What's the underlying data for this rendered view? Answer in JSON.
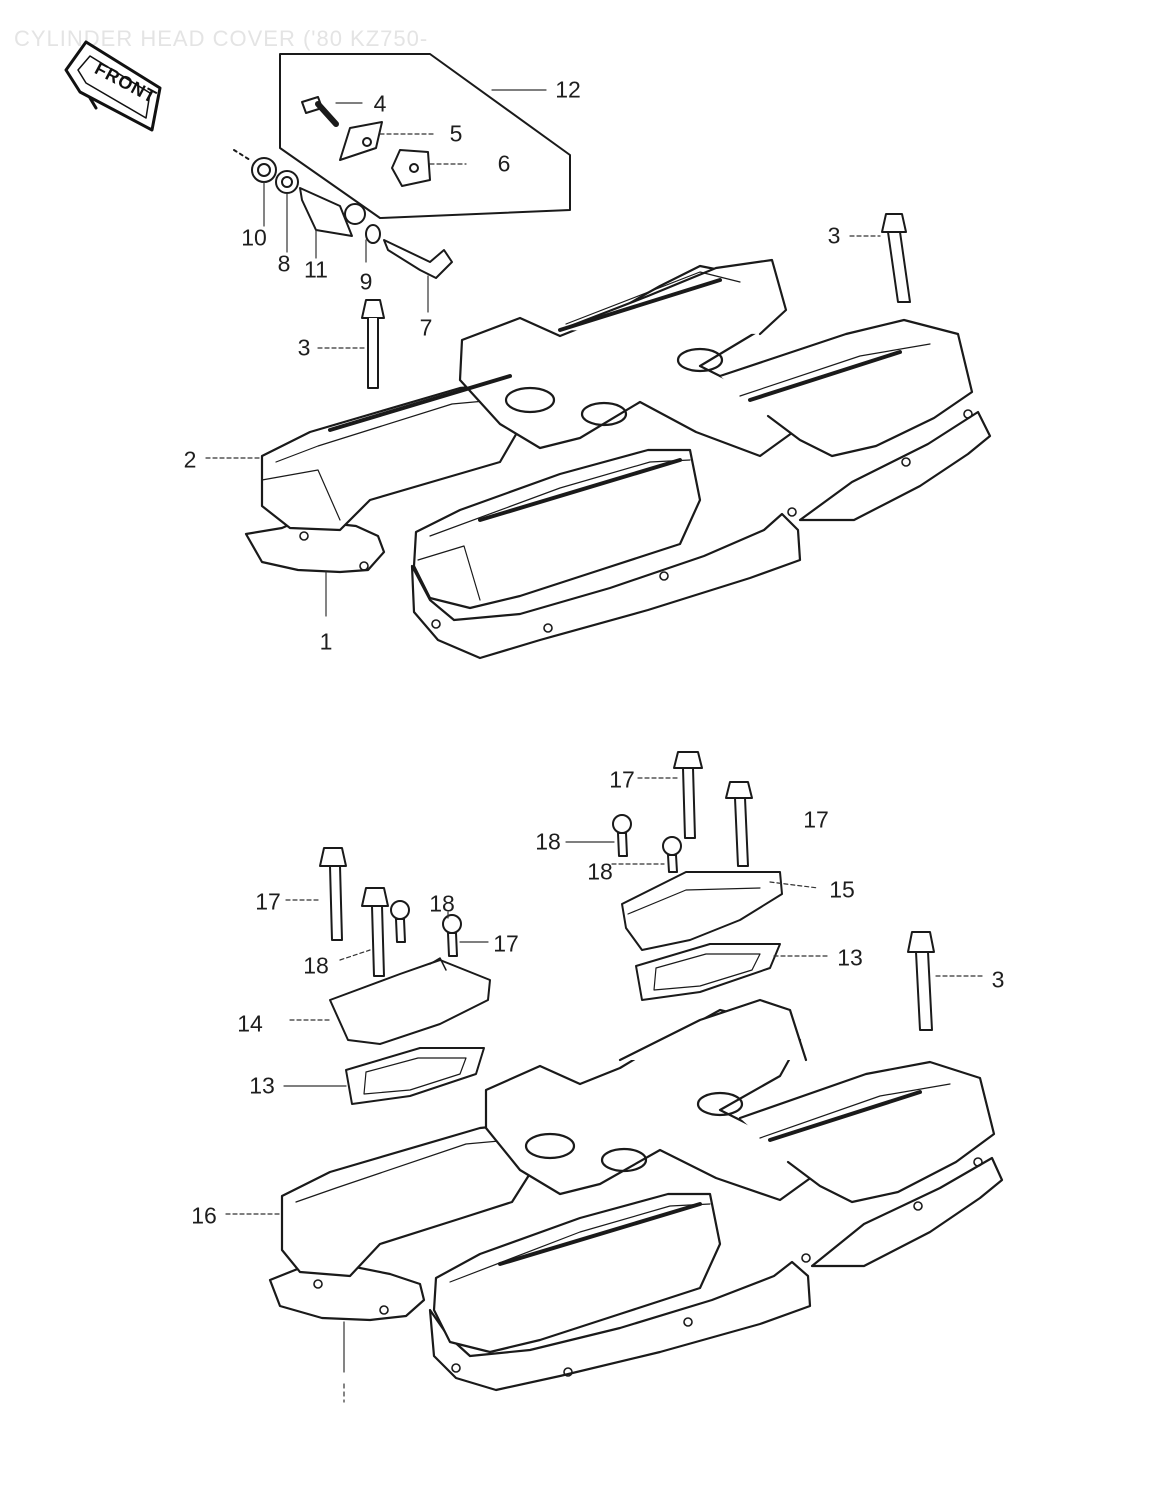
{
  "diagram": {
    "title": "CYLINDER HEAD COVER ('80 KZ750-",
    "front_badge": "FRONT",
    "callouts": [
      "12",
      "4",
      "5",
      "6",
      "10",
      "8",
      "11",
      "9",
      "7",
      "3",
      "3",
      "2",
      "1",
      "17",
      "17",
      "18",
      "18",
      "17",
      "18",
      "18",
      "17",
      "15",
      "14",
      "13",
      "13",
      "3",
      "16"
    ]
  }
}
